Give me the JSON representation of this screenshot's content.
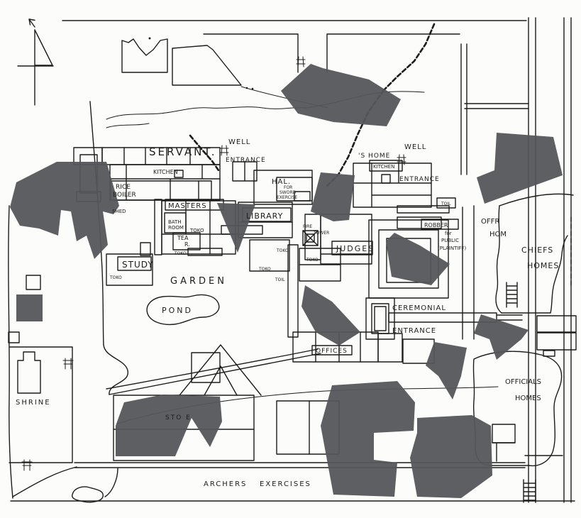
{
  "colors": {
    "ink": "#1c1c1c",
    "paper": "#fcfcfa",
    "overlay_gray": "#54565a"
  },
  "icons": {
    "north_arrow": "compass-north-arrow",
    "well": "well-symbol",
    "gate": "shrine-gate-symbol",
    "fire_tower": "crossed-box-tower"
  },
  "labels": {
    "servant": "SERVANT.",
    "well_nw": "WELL",
    "entrance_nw": "ENTRANCE",
    "kitchen_w": "KITCHEN",
    "rice": "RICE",
    "boiler": "BOILER",
    "shed": "SHED",
    "masters": "MASTERS",
    "bath": "BATH",
    "bath_room": "ROOM",
    "toko_a": "TOKO",
    "tea": "TEA",
    "tea_r": "R.",
    "toko_b": "TOKO",
    "study": "STUDY",
    "toko_c": "TOKO",
    "garden": "GARDEN",
    "pond": "POND",
    "library": "LIBRARY",
    "hall": "HAL.",
    "hall_for": "FOR",
    "hall_sword": "SWORD",
    "hall_exercise": "EXERCISE",
    "fire": "FIRE",
    "tower": "TOWER",
    "toko_d": "TOKO",
    "toko_e": "TOKO",
    "toko_f": "TOKO",
    "toil_a": "TOIL",
    "judges": "JUDGES",
    "s_home": "'S HOME",
    "kitchen_e": "KITCHEN",
    "well_ne": "WELL",
    "entrance_ne": "ENTRANCE",
    "toil_b": "TOIL",
    "robber": "ROBBER",
    "for_public_1": "for",
    "for_public_2": "PUBLIC",
    "for_public_3": "(PLAINTIFF)",
    "offr": "OFFR",
    "offr_hom": "HOM",
    "chiefs": "CHIEFS",
    "chiefs_homes": "HOMES",
    "ceremonial": "CEREMONIAL",
    "entrance_c": "ENTRANCE",
    "offices": "OFFICES",
    "officials": "OFFICIALS",
    "officials_homes": "HOMES",
    "store_fragment": "STO E",
    "shrine": "SHRINE",
    "archers": "ARCHERS",
    "exercises": "EXERCISES"
  }
}
